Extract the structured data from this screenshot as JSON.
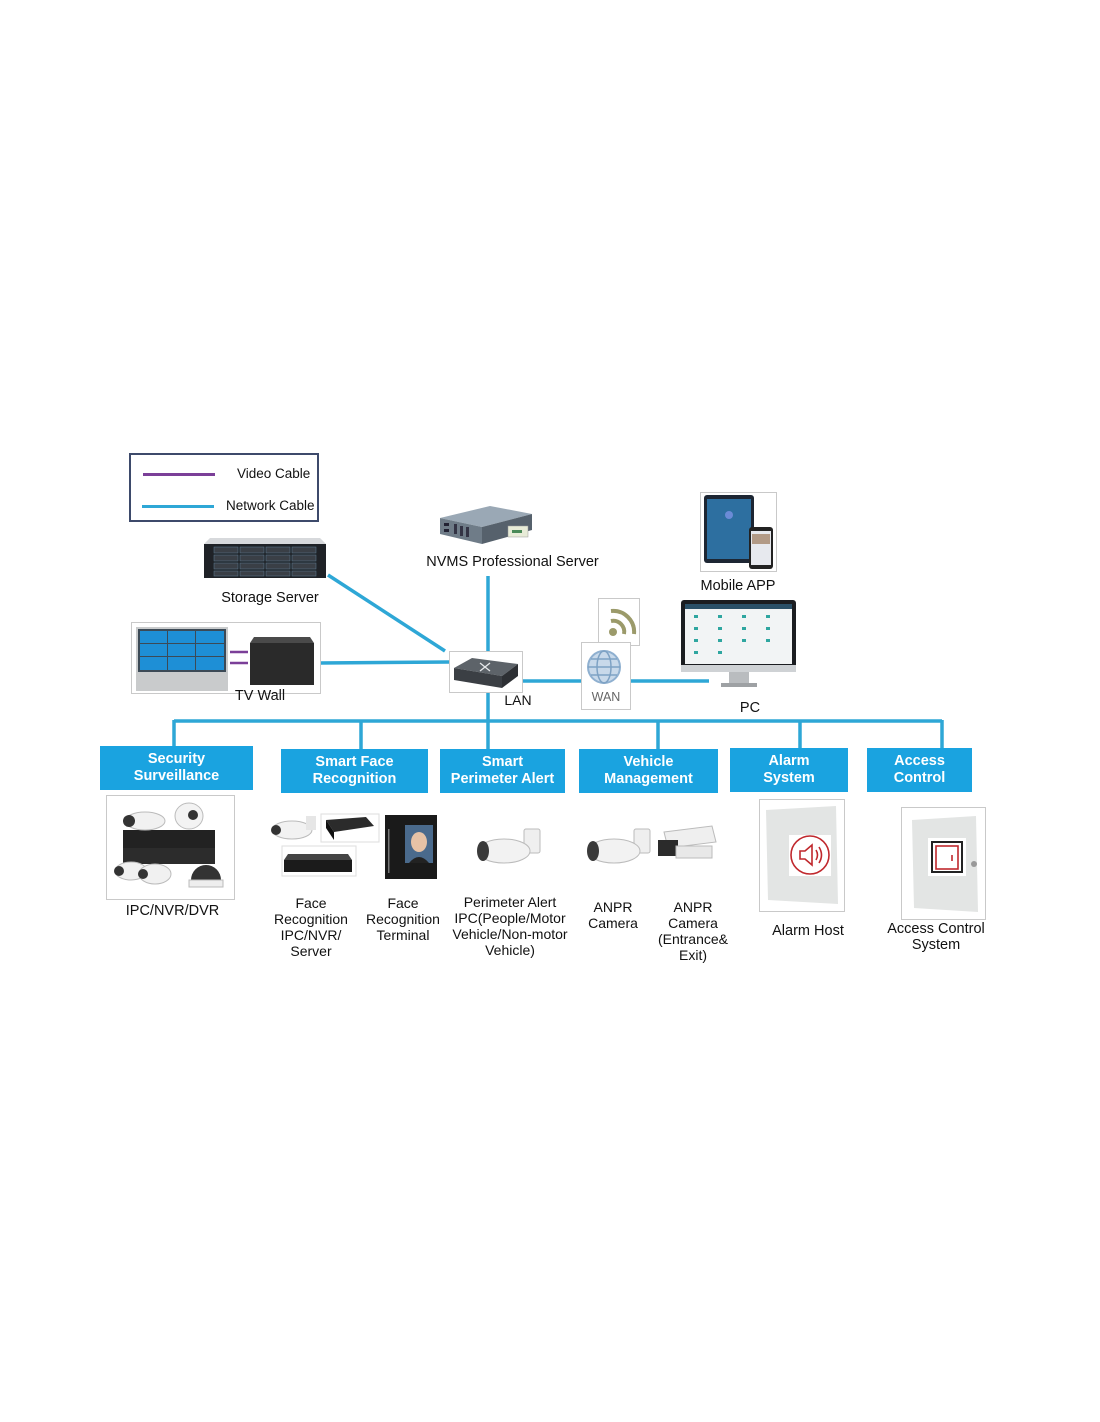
{
  "legend": {
    "items": [
      {
        "label": "Video Cable",
        "color": "#7b3f98"
      },
      {
        "label": "Network Cable",
        "color": "#2ea7d6"
      }
    ]
  },
  "colors": {
    "network_line": "#2ea7d6",
    "video_line": "#7b3f98",
    "category_fill": "#1aa3e0",
    "alarm_icon": "#c0282d"
  },
  "nodes": {
    "nvms_server": {
      "label": "NVMS Professional Server",
      "icon": "rack-server-icon"
    },
    "storage_server": {
      "label": "Storage Server",
      "icon": "storage-array-icon"
    },
    "tv_wall": {
      "label": "TV Wall",
      "icon": "video-wall-icon"
    },
    "lan": {
      "label": "LAN",
      "icon": "network-switch-icon"
    },
    "wan": {
      "label": "WAN",
      "icon": "globe-icon"
    },
    "wireless": {
      "icon": "wifi-signal-icon"
    },
    "mobile_app": {
      "label": "Mobile APP",
      "icon": "tablet-phone-icon"
    },
    "pc": {
      "label": "PC",
      "icon": "monitor-icon"
    }
  },
  "categories": [
    {
      "title_line1": "Security",
      "title_line2": "Surveillance",
      "devices": [
        {
          "lines": [
            "IPC/NVR/DVR"
          ],
          "icon": "camera-nvr-bundle-icon"
        }
      ]
    },
    {
      "title_line1": "Smart Face",
      "title_line2": "Recognition",
      "devices": [
        {
          "lines": [
            "Face",
            "Recognition",
            "IPC/NVR/",
            "Server"
          ],
          "icon": "face-ipc-nvr-icon"
        },
        {
          "lines": [
            "Face",
            "Recognition",
            "Terminal"
          ],
          "icon": "face-terminal-icon"
        }
      ]
    },
    {
      "title_line1": "Smart",
      "title_line2": "Perimeter Alert",
      "devices": [
        {
          "lines": [
            "Perimeter Alert",
            "IPC(People/Motor",
            "Vehicle/Non-motor",
            "Vehicle)"
          ],
          "icon": "bullet-camera-icon"
        }
      ]
    },
    {
      "title_line1": "Vehicle",
      "title_line2": "Management",
      "devices": [
        {
          "lines": [
            "ANPR",
            "Camera"
          ],
          "icon": "bullet-camera-icon"
        },
        {
          "lines": [
            "ANPR",
            "Camera",
            "(Entrance&",
            "Exit)"
          ],
          "icon": "box-camera-icon"
        }
      ]
    },
    {
      "title_line1": "Alarm",
      "title_line2": "System",
      "devices": [
        {
          "lines": [
            "Alarm Host"
          ],
          "icon": "alarm-speaker-icon"
        }
      ]
    },
    {
      "title_line1": "Access",
      "title_line2": "Control",
      "devices": [
        {
          "lines": [
            "Access Control",
            "System"
          ],
          "icon": "door-icon"
        }
      ]
    }
  ]
}
